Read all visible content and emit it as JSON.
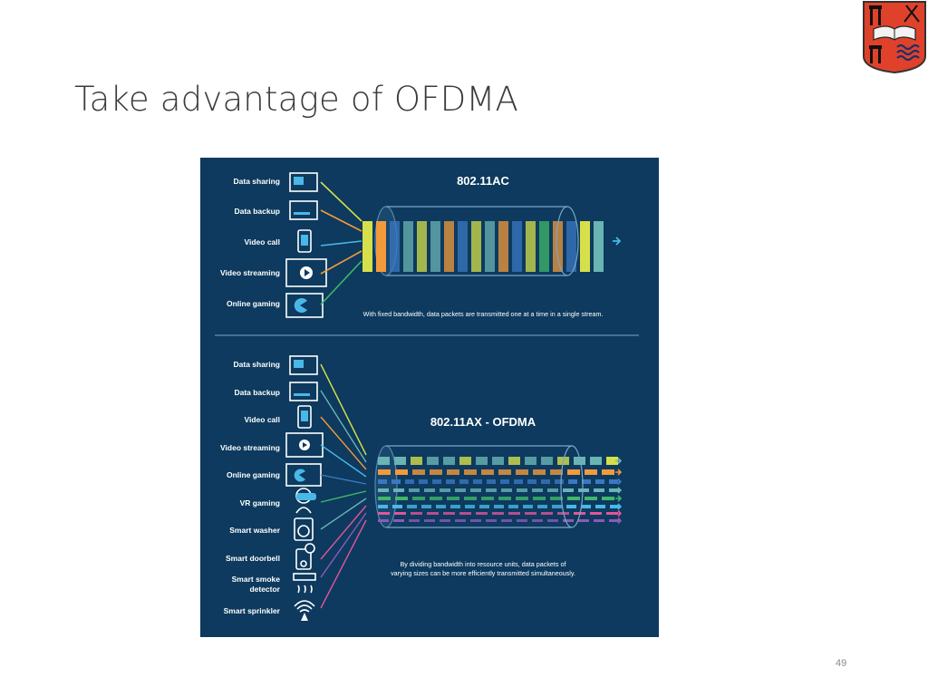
{
  "slide": {
    "title": "Take advantage of OFDMA",
    "page_number": "49"
  },
  "logo": {
    "icon": "university-crest-icon"
  },
  "figure": {
    "background_color": "#0d3a5e",
    "top": {
      "title": "802.11AC",
      "devices": [
        "Data sharing",
        "Data backup",
        "Video call",
        "Video streaming",
        "Online gaming"
      ],
      "caption": "With fixed bandwidth, data packets are transmitted one at a time in a single stream."
    },
    "bottom": {
      "title": "802.11AX - OFDMA",
      "devices": [
        "Data sharing",
        "Data backup",
        "Video call",
        "Video streaming",
        "Online gaming",
        "VR gaming",
        "Smart washer",
        "Smart doorbell",
        "Smart smoke detector",
        "Smart sprinkler"
      ],
      "caption_line1": "By dividing bandwidth into resource units, data packets of",
      "caption_line2": "varying sizes can be more efficiently transmitted simultaneously."
    },
    "colors": {
      "yellow": "#d6e04a",
      "cyan": "#49b8e8",
      "orange": "#f39a3a",
      "green": "#3fb86a",
      "teal": "#6ab4b4",
      "pink": "#e2559a",
      "purple": "#8e5ab8",
      "red": "#e5484d",
      "blue": "#3b78c2"
    }
  }
}
